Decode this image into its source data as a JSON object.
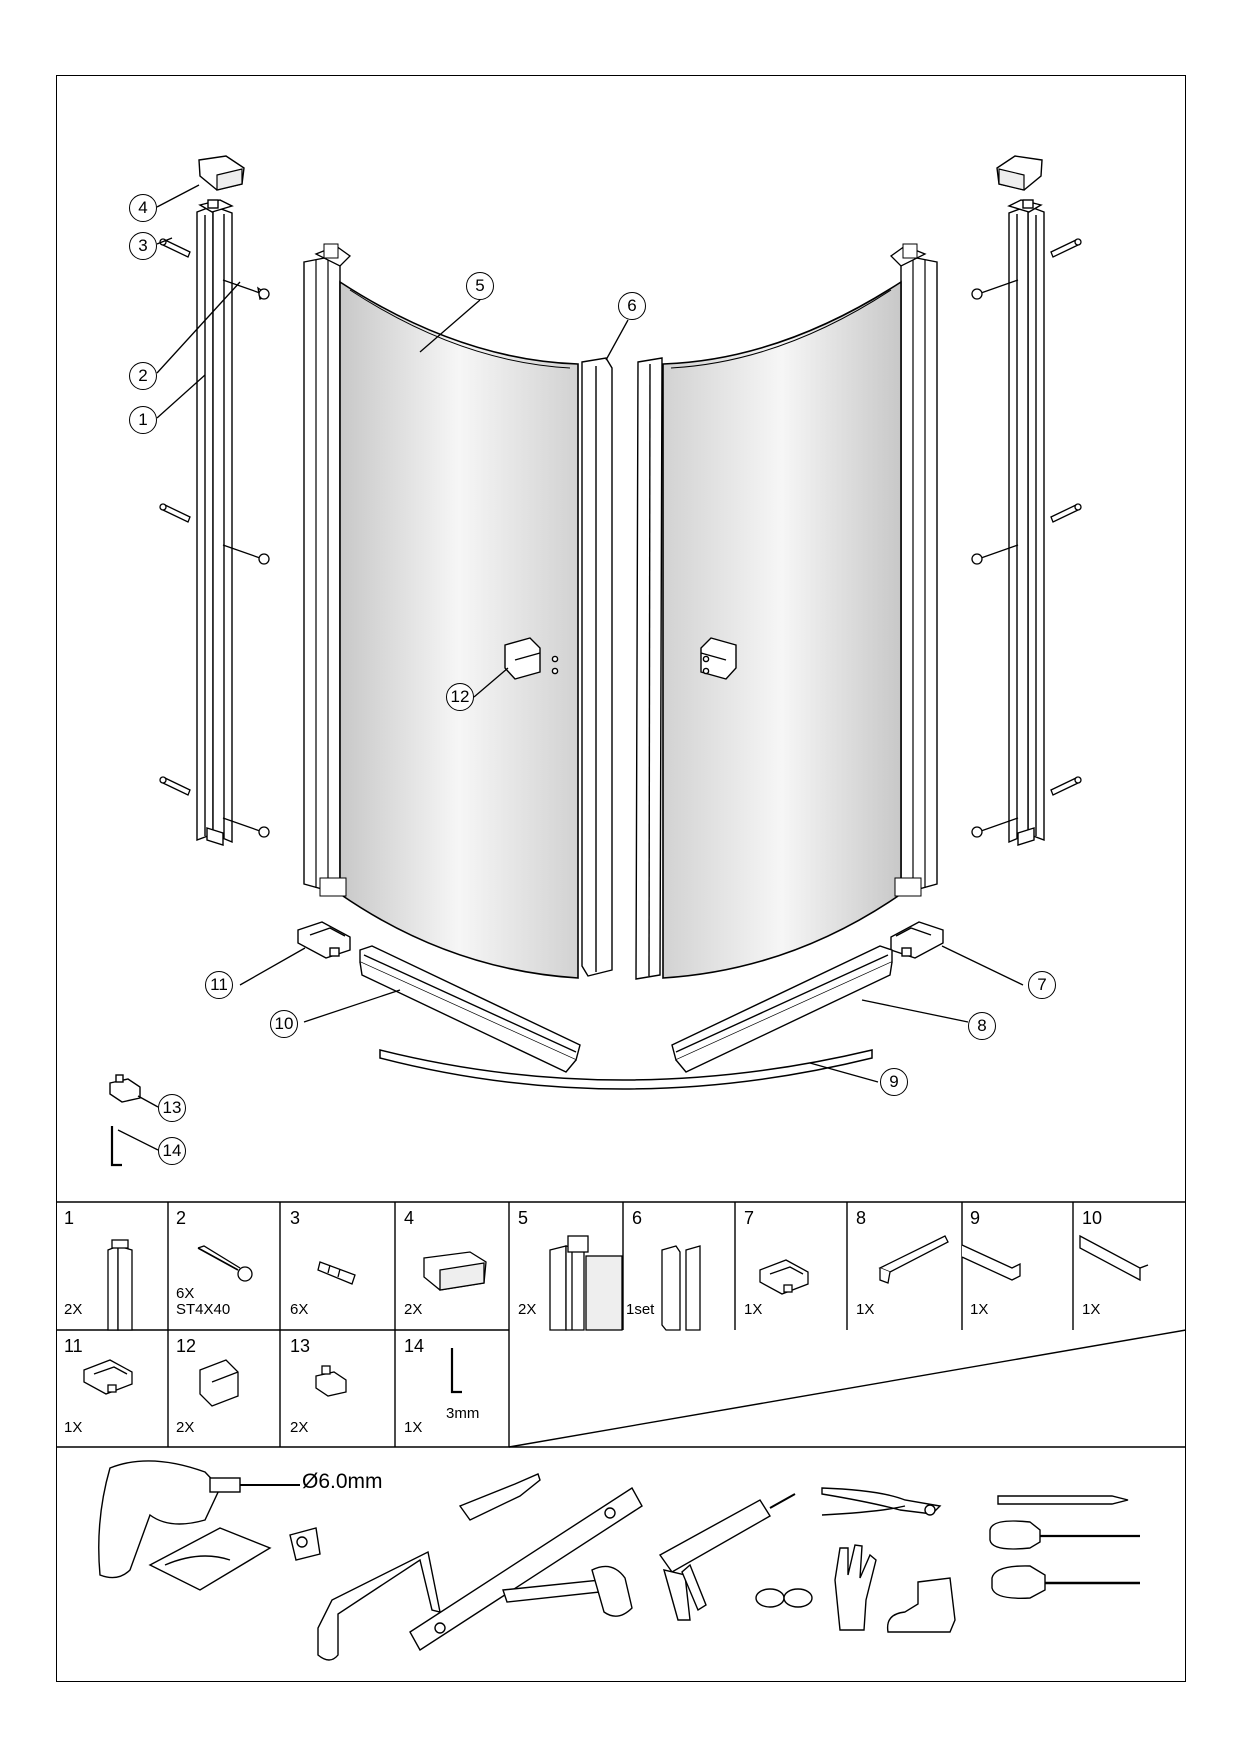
{
  "callouts": [
    {
      "id": "c1",
      "label": "1"
    },
    {
      "id": "c2",
      "label": "2"
    },
    {
      "id": "c3",
      "label": "3"
    },
    {
      "id": "c4",
      "label": "4"
    },
    {
      "id": "c5",
      "label": "5"
    },
    {
      "id": "c6",
      "label": "6"
    },
    {
      "id": "c7",
      "label": "7"
    },
    {
      "id": "c8",
      "label": "8"
    },
    {
      "id": "c9",
      "label": "9"
    },
    {
      "id": "c10",
      "label": "10"
    },
    {
      "id": "c11",
      "label": "11"
    },
    {
      "id": "c12",
      "label": "12"
    },
    {
      "id": "c13",
      "label": "13"
    },
    {
      "id": "c14",
      "label": "14"
    }
  ],
  "parts_table": [
    {
      "number": "1",
      "quantity": "2X",
      "icon": "wall-profile-icon"
    },
    {
      "number": "2",
      "quantity": "6X",
      "spec": "ST4X40",
      "icon": "screw-icon"
    },
    {
      "number": "3",
      "quantity": "6X",
      "icon": "wall-plug-icon"
    },
    {
      "number": "4",
      "quantity": "2X",
      "icon": "end-cap-icon"
    },
    {
      "number": "5",
      "quantity": "2X",
      "icon": "door-profile-icon"
    },
    {
      "number": "6",
      "quantity": "1set",
      "icon": "magnetic-seal-icon"
    },
    {
      "number": "7",
      "quantity": "1X",
      "icon": "bottom-guide-icon"
    },
    {
      "number": "8",
      "quantity": "1X",
      "icon": "bottom-seal-icon"
    },
    {
      "number": "9",
      "quantity": "1X",
      "icon": "curved-seal-icon"
    },
    {
      "number": "10",
      "quantity": "1X",
      "icon": "bottom-seal-icon"
    },
    {
      "number": "11",
      "quantity": "1X",
      "icon": "bottom-guide-icon"
    },
    {
      "number": "12",
      "quantity": "2X",
      "icon": "handle-icon"
    },
    {
      "number": "13",
      "quantity": "2X",
      "icon": "clip-icon"
    },
    {
      "number": "14",
      "quantity": "1X",
      "spec": "3mm",
      "icon": "hex-key-icon"
    }
  ],
  "tools": {
    "drill_bit_size": "Ø6.0mm",
    "items": [
      "drill-icon",
      "tape-measure-icon",
      "hacksaw-icon",
      "utility-knife-icon",
      "spirit-level-icon",
      "rubber-mallet-icon",
      "caulking-gun-icon",
      "pliers-icon",
      "safety-glasses-icon",
      "gloves-icon",
      "safety-boot-icon",
      "pencil-icon",
      "screwdriver-flat-icon",
      "screwdriver-phillips-icon"
    ]
  }
}
